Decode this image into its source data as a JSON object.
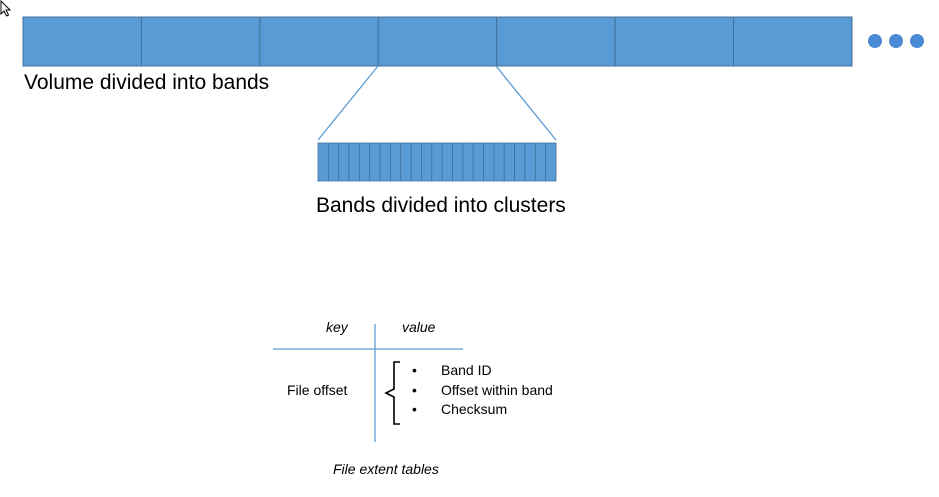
{
  "colors": {
    "band_fill": "#5b9bd5",
    "band_stroke": "#41719c",
    "line_blue": "#5b9bd5",
    "dot_fill": "#4a8ad4"
  },
  "volume": {
    "caption": "Volume divided into bands",
    "band_count": 7,
    "continuation_icon": "ellipsis-dots-icon"
  },
  "band_zoom": {
    "caption": "Bands divided into clusters",
    "cluster_count": 23
  },
  "extent_table": {
    "key_header": "key",
    "value_header": "value",
    "key_cell": "File offset",
    "value_items": [
      "Band ID",
      "Offset within band",
      "Checksum"
    ],
    "caption": "File extent tables"
  },
  "cursor_icon": "mouse-pointer-icon"
}
